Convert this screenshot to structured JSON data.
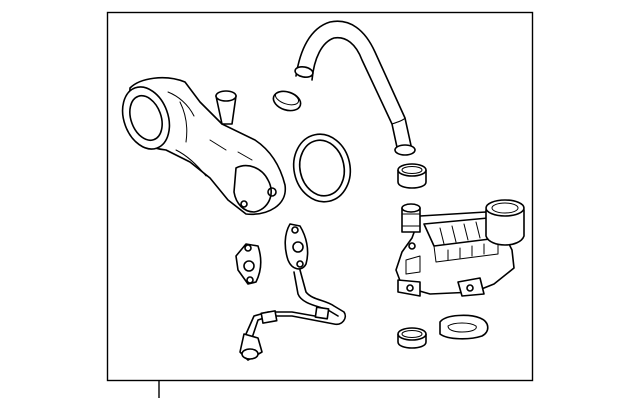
{
  "diagram": {
    "parts": [
      "intake-duct",
      "tube-clamp",
      "upper-hose",
      "large-oring",
      "lower-hose-clamp",
      "gasket",
      "flange-gasket",
      "metal-pipe",
      "control-valve-assembly",
      "valve-outlet-oring",
      "valve-gasket"
    ]
  }
}
